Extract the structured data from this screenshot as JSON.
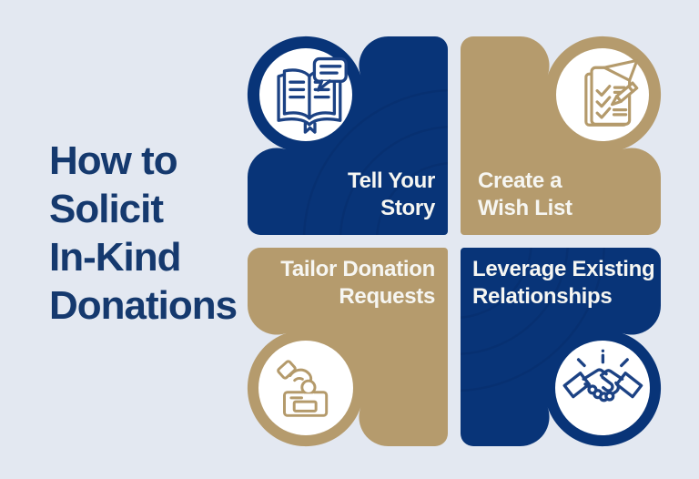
{
  "title": {
    "lines": [
      "How to",
      "Solicit",
      "In-Kind",
      "Donations"
    ]
  },
  "quadrants": [
    {
      "id": "tell-your-story",
      "lines": [
        "Tell Your",
        "Story"
      ],
      "icon": "open-book-speech-bubble-icon",
      "tile_color": "#083478"
    },
    {
      "id": "create-a-wish-list",
      "lines": [
        "Create a",
        "Wish List"
      ],
      "icon": "checklist-pencil-icon",
      "tile_color": "#b59b6d"
    },
    {
      "id": "tailor-donation-requests",
      "lines": [
        "Tailor Donation",
        "Requests"
      ],
      "icon": "hand-donation-box-icon",
      "tile_color": "#b59b6d"
    },
    {
      "id": "leverage-existing-relationships",
      "lines": [
        "Leverage Existing",
        "Relationships"
      ],
      "icon": "handshake-icon",
      "tile_color": "#083478"
    }
  ],
  "colors": {
    "background": "#e3e8f1",
    "navy": "#083478",
    "tan": "#b59b6d",
    "title_text": "#15396e",
    "label_text": "#f6f6f2",
    "icon_navy_stroke": "#1c4284",
    "icon_tan_stroke": "#b49a6b",
    "icon_circle_fill": "#ffffff"
  }
}
